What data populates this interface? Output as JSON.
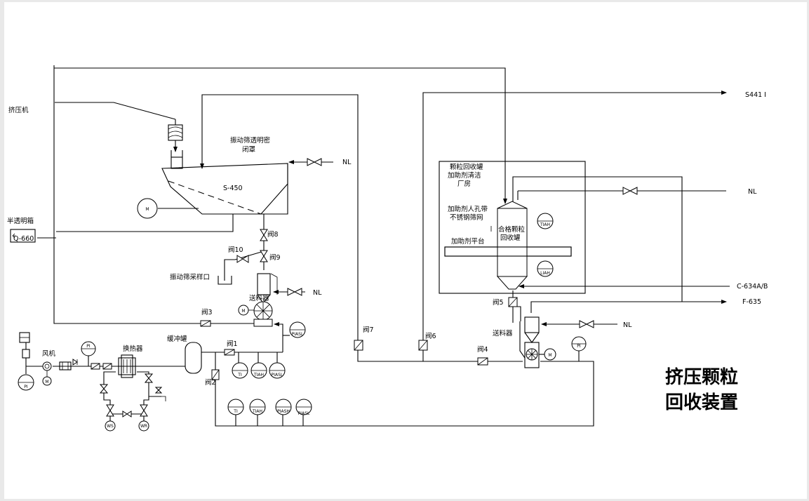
{
  "title_lines": [
    "挤压颗粒",
    "回收装置"
  ],
  "labels": {
    "extruder": "挤压机",
    "semi_box": "半透明箱",
    "q660": "Q-660",
    "screen_cover_1": "振动筛透明密",
    "screen_cover_2": "闭罩",
    "s450": "S-450",
    "sample_port": "振动筛采样口",
    "feeder_1": "送料器",
    "feeder_2": "送料器",
    "fan": "风机",
    "heat_exchanger": "换热器",
    "buffer_tank": "缓冲罐",
    "recovery_room_1": "颗粒回收罐",
    "recovery_room_2": "加助剂清洁",
    "recovery_room_3": "厂房",
    "additive_hole_1": "加助剂人孔带",
    "additive_hole_2": "不锈钢筛网",
    "qualified_tank_1": "合格颗粒",
    "qualified_tank_2": "回收罐",
    "additive_platform": "加助剂平台",
    "s441": "S441 I",
    "c634": "C-634A/B",
    "f635": "F-635",
    "nl_1": "NL",
    "nl_2": "NL",
    "nl_3": "NL",
    "nl_4": "NL",
    "valve_1": "阀1",
    "valve_2": "阀2",
    "valve_3": "阀3",
    "valve_4": "阀4",
    "valve_5": "阀5",
    "valve_6": "阀6",
    "valve_7": "阀7",
    "valve_8": "阀8",
    "valve_9": "阀9",
    "valve_10": "阀10"
  },
  "instruments": {
    "pi_fan_top": "PI",
    "pi_fan_bottom": "PI",
    "pi_right": "PI",
    "ti_1": "TI",
    "tiah_1": "TIAH",
    "piasl_1": "PIASL",
    "ti_2": "TI",
    "tiah_2": "TIAH",
    "piash_2": "PIASH",
    "piasl_2": "PIASL",
    "piasl_feeder": "PIASL",
    "tiah_tank": "TIAH",
    "liah_tank": "LIAH",
    "ws": "WS",
    "wr": "WR",
    "motor_screen": "M",
    "motor_feeder1": "M",
    "motor_fan": "M",
    "motor_feeder2": "M"
  }
}
